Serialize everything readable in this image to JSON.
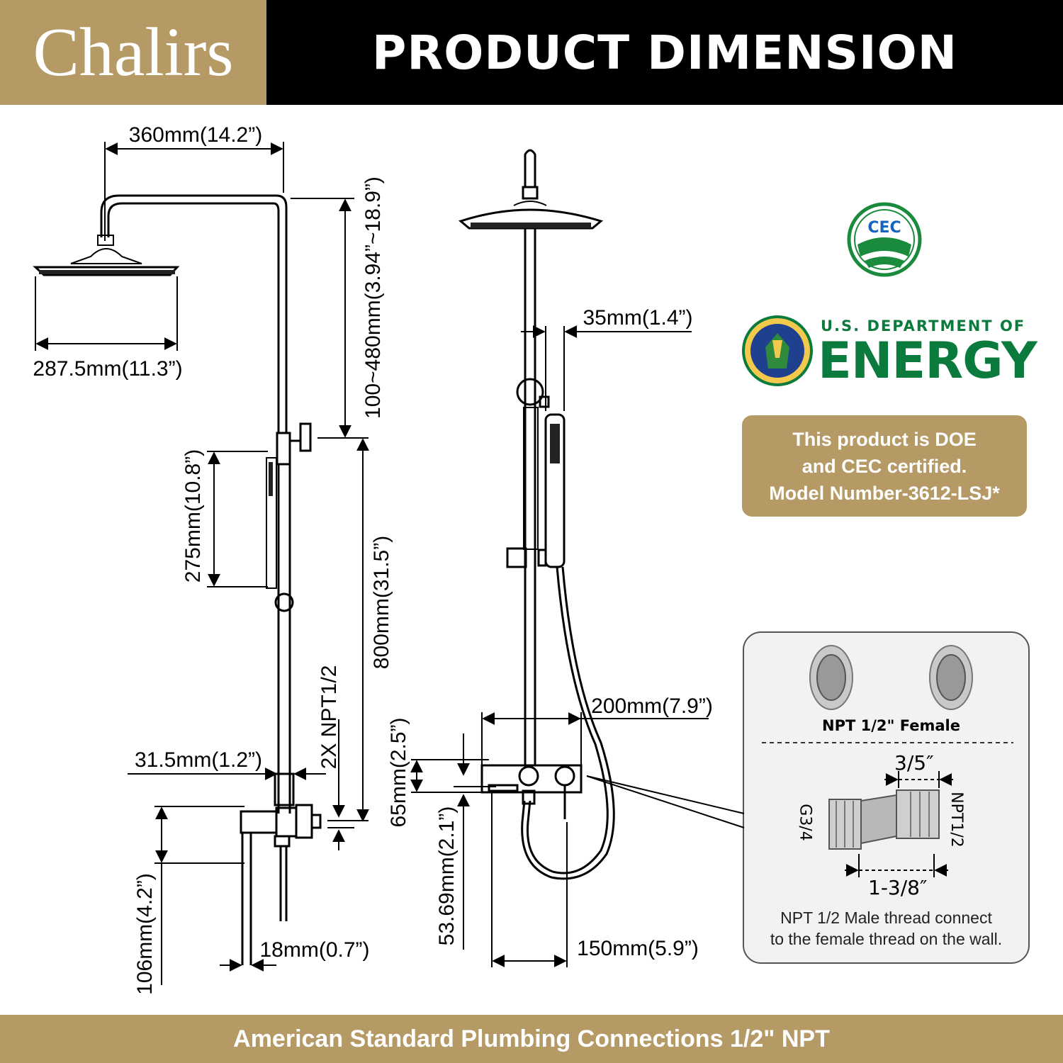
{
  "header": {
    "brand": "Chalirs",
    "title": "PRODUCT DIMENSION"
  },
  "dims": {
    "width_arm": "360mm(14.2”)",
    "head_diameter": "287.5mm(11.3”)",
    "height_adjust": "100~480mm(3.94”~18.9”)",
    "hand_shower": "275mm(10.8”)",
    "bar_height": "800mm(31.5”)",
    "npt": "2X NPT1/2",
    "pipe_dia": "31.5mm(1.2”)",
    "inlet_height": "106mm(4.2”)",
    "wall_offset": "18mm(0.7”)",
    "holder_offset": "35mm(1.4”)",
    "valve_width": "200mm(7.9”)",
    "valve_height": "65mm(2.5”)",
    "valve_low": "53.69mm(2.1”)",
    "center_distance": "150mm(5.9”)"
  },
  "certification": {
    "cec_label": "CEC",
    "doe_small": "U.S. DEPARTMENT OF",
    "doe_big": "ENERGY",
    "line1": "This product is DOE",
    "line2": "and CEC certified.",
    "line3": "Model Number-3612-LSJ*"
  },
  "connector_panel": {
    "female_label": "NPT 1/2\" Female",
    "top_dim": "3/5″",
    "left_label": "G3/4",
    "right_label": "NPT1/2",
    "bottom_dim": "1-3/8″",
    "note1": "NPT 1/2 Male thread connect",
    "note2": "to the female thread on the wall."
  },
  "footer": {
    "text": "American Standard Plumbing Connections 1/2\" NPT"
  },
  "colors": {
    "gold": "#b59a66",
    "black": "#000000",
    "doe_green": "#0b7a3d",
    "cec_green": "#1a8a3c"
  }
}
